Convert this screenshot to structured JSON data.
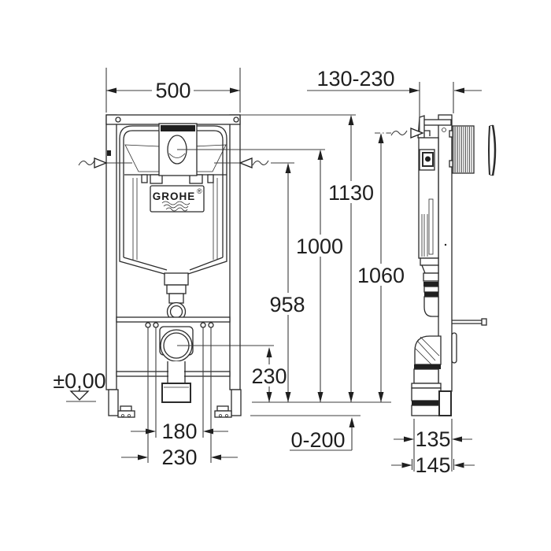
{
  "meta": {
    "background_color": "#ffffff",
    "line_color": "#2b2b2b",
    "dimension_line_color": "#3c3c3c",
    "text_color": "#1f1f1f"
  },
  "brand": {
    "logo_text": "GROHE",
    "registered_mark": "®"
  },
  "dims": {
    "front_width": "500",
    "depth_range": "130-230",
    "frame_height": "1130",
    "button_height": "1000",
    "supply_height": "958",
    "outlet_height": "230",
    "side_height": "1060",
    "floor_level": "±0,00",
    "bolt_spacing": "180",
    "bolt_spacing_outer": "230",
    "floor_adjust_range": "0-200",
    "outlet_depth_inner": "135",
    "outlet_depth_outer": "145"
  }
}
